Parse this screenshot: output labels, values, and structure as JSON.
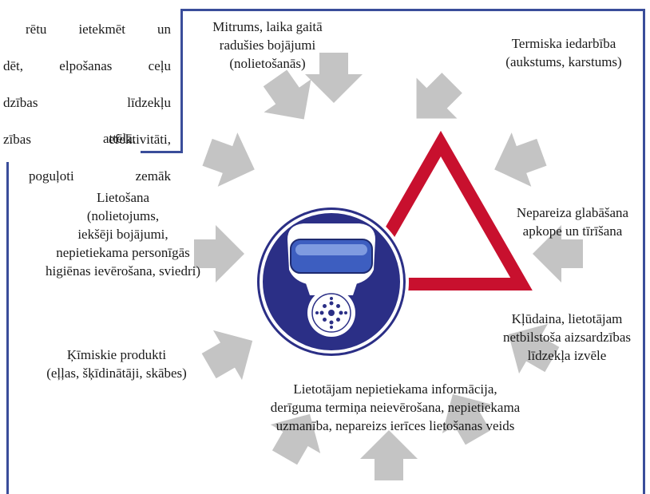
{
  "intro_lines": [
    "rētu ietekmēt un",
    "dēt, elpošanas ceļu",
    "dzības   līdzekļu",
    "zības efektivitāti,",
    "poguļoti   zemāk"
  ],
  "intro_last": "attēlā.",
  "factors": {
    "humidity": "Mitrums, laika gaitā\nradušies bojājumi\n(nolietošanās)",
    "thermal": "Termiska iedarbība\n(aukstums, karstums)",
    "storage": "Nepareiza glabāšana\napkope un tīrīšana",
    "selection": "Kļūdaina, lietotājam\nnetbilstoša aizsardzības\nlīdzekļa izvēle",
    "information": "Lietotājam nepietiekama informācija,\nderīguma termiņa neievērošana, nepietiekama\nuzmanība, nepareizs ierīces lietošanas veids",
    "chemical": "Ķīmiskie produkti\n(eļļas, šķīdinātāji, skābes)",
    "usage": "Lietošana\n(nolietojums,\niekšēji bojājumi,\nnepietiekama personīgās\nhigiēnas ievērošana, sviedri)"
  },
  "colors": {
    "frame": "#3a4d9a",
    "arrow": "#c4c4c4",
    "triangle": "#c8102e",
    "disc": "#2b2f86",
    "visor": "#3d5ec0"
  },
  "icons": {
    "center": "respirator-mask-icon",
    "warning": "warning-triangle-icon",
    "arrows": "inward-arrow-icon"
  }
}
